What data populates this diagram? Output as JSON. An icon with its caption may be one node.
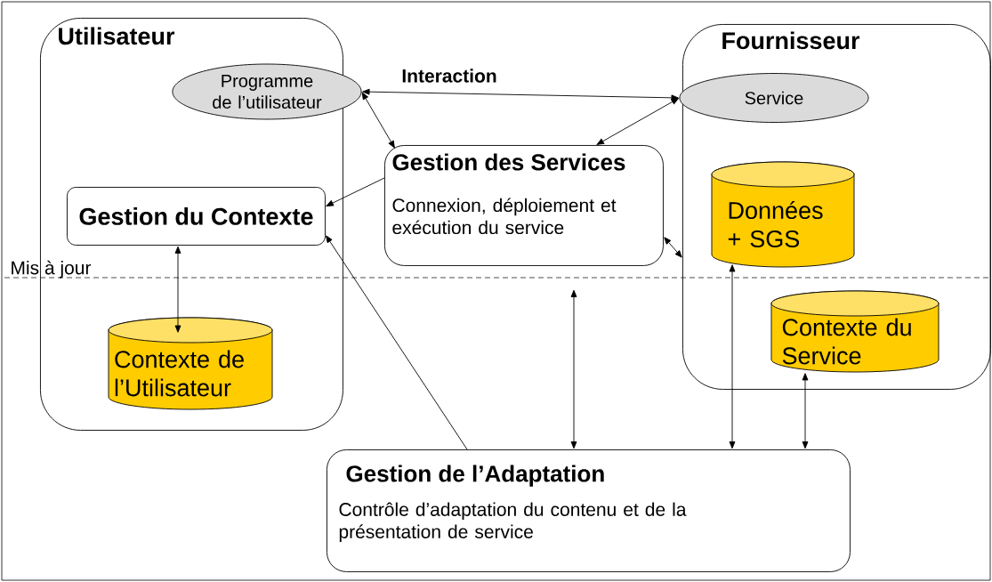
{
  "diagram": {
    "nodes": [
      {
        "text": [
          "Utilisateur"
        ]
      },
      {
        "text": [
          "Programme de l’utilisateur"
        ],
        "in": 0
      },
      {
        "text": [
          "Gestion du Contexte"
        ],
        "in": 0
      },
      {
        "text": [
          "Contexte de l’Utilisateur"
        ],
        "in": 0
      },
      {
        "text": [
          "Fournisseur"
        ]
      },
      {
        "text": [
          "Service"
        ],
        "in": 4
      },
      {
        "text": [
          "Données + SGS"
        ],
        "in": 4
      },
      {
        "text": [
          "Contexte du Service"
        ],
        "in": 4
      },
      {
        "text": [
          "Gestion des Services",
          "Connexion, déploiement et exécution du service"
        ]
      },
      {
        "text": [
          "Gestion de l’Adaptation",
          "Contrôle d’adaptation du contenu et de la présentation de service"
        ]
      }
    ],
    "edges": [
      {
        "from": 1,
        "to": 5,
        "arrow": "both",
        "label": "Interaction"
      },
      {
        "from": 1,
        "to": 8,
        "arrow": "both"
      },
      {
        "from": 5,
        "to": 8,
        "arrow": "both"
      },
      {
        "from": 8,
        "to": 2,
        "arrow": "to"
      },
      {
        "from": 9,
        "to": 2,
        "arrow": "to"
      },
      {
        "from": 8,
        "to": 4,
        "arrow": "both"
      },
      {
        "from": 2,
        "to": 3,
        "arrow": "both"
      },
      {
        "from": null,
        "to": 9,
        "arrow": "both"
      },
      {
        "from": 6,
        "to": 9,
        "arrow": "both"
      },
      {
        "from": 7,
        "to": 9,
        "arrow": "both"
      }
    ],
    "labels": [
      "Mis à jour"
    ]
  }
}
